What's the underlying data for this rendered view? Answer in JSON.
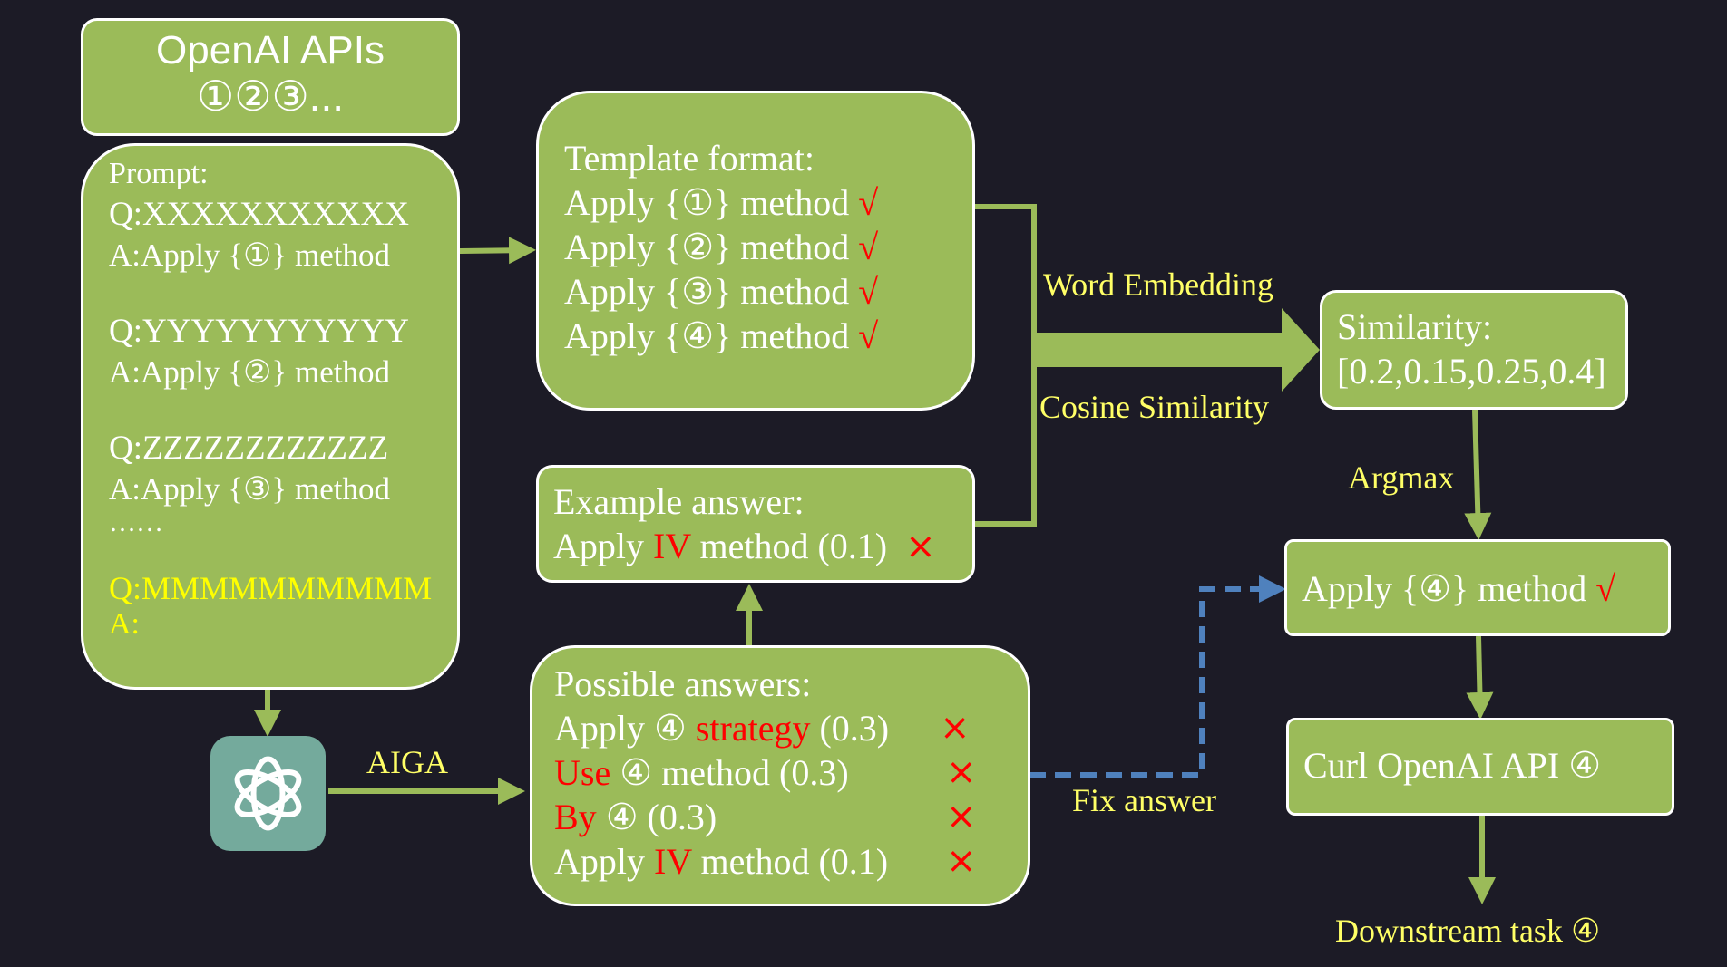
{
  "apis_box": {
    "title": "OpenAI APIs",
    "subtitle": "①②③..."
  },
  "prompt_box": {
    "heading": "Prompt:",
    "lines": [
      "Q:XXXXXXXXXXX",
      "A:Apply {①} method",
      "Q:YYYYYYYYYYY",
      "A:Apply {②} method",
      "Q:ZZZZZZZZZZZZ",
      "A:Apply {③} method",
      "……",
      "Q:MMMMMMMMMM",
      "A:"
    ]
  },
  "template_box": {
    "heading": "Template format:",
    "rows": [
      {
        "text": "Apply {①} method",
        "mark": "√"
      },
      {
        "text": "Apply {②} method",
        "mark": "√"
      },
      {
        "text": "Apply {③} method",
        "mark": "√"
      },
      {
        "text": "Apply {④} method",
        "mark": "√"
      }
    ]
  },
  "example_box": {
    "heading": "Example answer:",
    "row": {
      "pre": "Apply ",
      "red": "IV",
      "post": " method (0.1)",
      "mark": "×"
    }
  },
  "possible_box": {
    "heading": "Possible answers:",
    "rows": [
      {
        "pre": "Apply ④ ",
        "red": "strategy",
        "post": " (0.3)",
        "mark": "×"
      },
      {
        "pre": "",
        "red": "Use",
        "post": " ④ method (0.3)",
        "mark": "×"
      },
      {
        "pre": "",
        "red": "By",
        "post": " ④ (0.3)",
        "mark": "×"
      },
      {
        "pre": "Apply ",
        "red": "IV",
        "post": " method (0.1)",
        "mark": "×"
      }
    ]
  },
  "similarity_box": {
    "heading": "Similarity:",
    "values": "[0.2,0.15,0.25,0.4]"
  },
  "selected_box": {
    "text": "Apply {④} method",
    "mark": "√"
  },
  "curl_box": {
    "text": "Curl OpenAI API ④"
  },
  "labels": {
    "word_embedding": "Word Embedding",
    "cosine_similarity": "Cosine Similarity",
    "argmax": "Argmax",
    "aiga": "AIGA",
    "fix_answer": "Fix answer",
    "downstream": "Downstream task ④"
  },
  "colors": {
    "background": "#1c1b26",
    "box_fill": "#9bbb59",
    "arrow": "#9bbb59",
    "dashed_arrow": "#4f81bd",
    "label": "#ffff66",
    "wrong": "#ff0000",
    "logo_bg": "#74aa9c"
  },
  "icons": {
    "logo": "openai-logo-icon"
  }
}
